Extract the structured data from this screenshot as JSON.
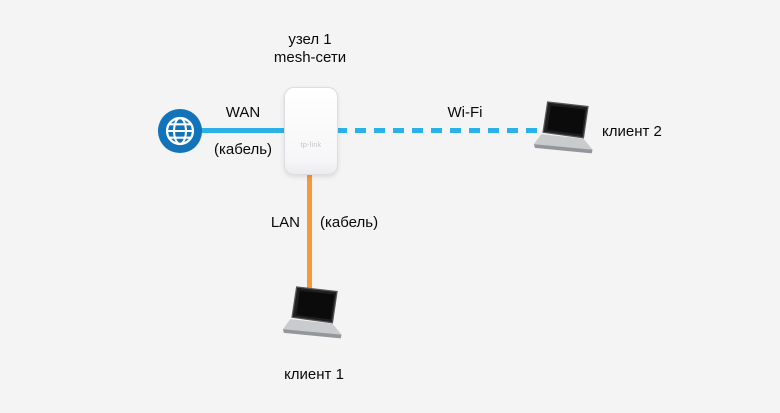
{
  "colors": {
    "cable_blue": "#2ab2e8",
    "cable_orange": "#f6993c",
    "globe_blue": "#1273b9"
  },
  "router": {
    "title_line1": "узел 1",
    "title_line2": "mesh-сети",
    "logo": "tp-link"
  },
  "links": {
    "wan": {
      "label": "WAN",
      "sublabel": "(кабель)"
    },
    "wifi": {
      "label": "Wi-Fi"
    },
    "lan": {
      "label": "LAN",
      "sublabel": "(кабель)"
    }
  },
  "clients": {
    "client1": {
      "label": "клиент 1"
    },
    "client2": {
      "label": "клиент 2"
    }
  }
}
